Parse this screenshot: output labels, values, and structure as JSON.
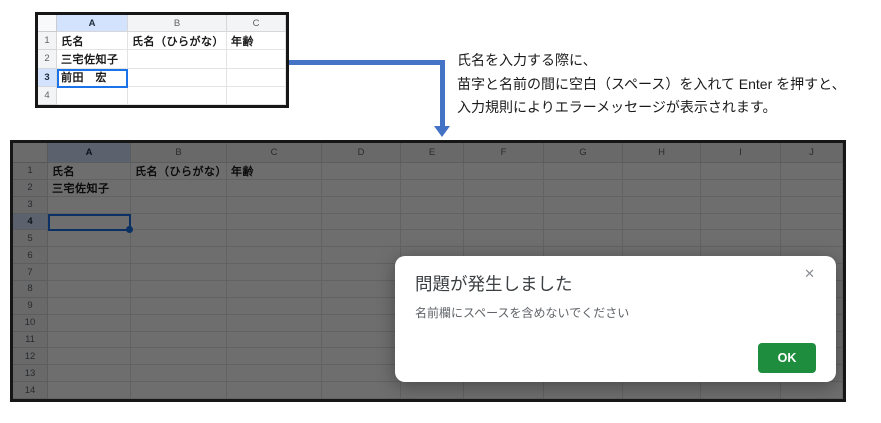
{
  "colors": {
    "selection_blue": "#1a73e8",
    "selected_header_bg": "#d3e3fd",
    "arrow_blue": "#4472c4",
    "ok_green": "#1e8e3e",
    "scrim": "rgba(0,0,0,0.57)"
  },
  "snippet_sheet": {
    "columns": [
      "A",
      "B",
      "C"
    ],
    "row_count": 4,
    "cells": {
      "1": [
        "氏名",
        "氏名（ひらがな）",
        "年齢"
      ],
      "2": [
        "三宅佐知子"
      ],
      "3": [
        "前田　宏"
      ]
    },
    "selected": {
      "col": "A",
      "row": 3
    }
  },
  "caption": {
    "lines": [
      "氏名を入力する際に、",
      "苗字と名前の間に空白（スペース）を入れて Enter を押すと、",
      "入力規則によりエラーメッセージが表示されます。"
    ]
  },
  "main_sheet": {
    "columns": [
      "A",
      "B",
      "C",
      "D",
      "E",
      "F",
      "G",
      "H",
      "I",
      "J"
    ],
    "row_count": 14,
    "cells": {
      "1": [
        "氏名",
        "氏名（ひらがな）",
        "年齢"
      ],
      "2": [
        "三宅佐知子"
      ]
    },
    "selected": {
      "col": "A",
      "row": 4
    }
  },
  "dialog": {
    "title": "問題が発生しました",
    "message": "名前欄にスペースを含めないでください",
    "ok_label": "OK",
    "close_glyph": "✕"
  }
}
